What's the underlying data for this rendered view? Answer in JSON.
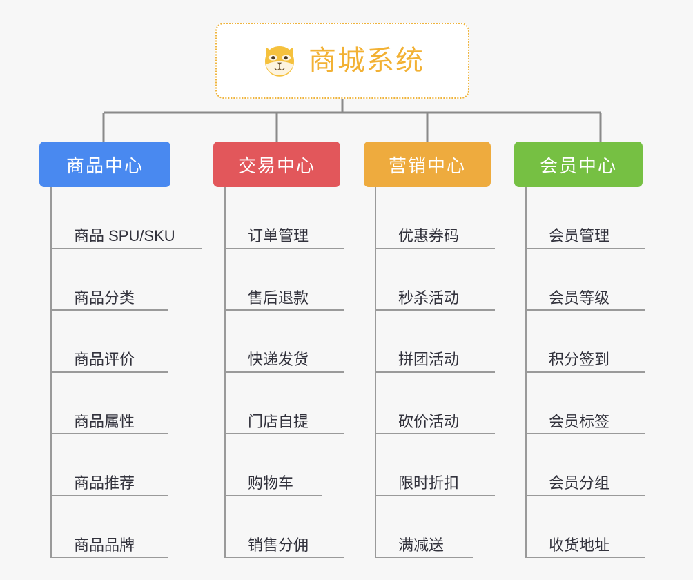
{
  "page": {
    "background_color": "#f7f7f7",
    "connector_color": "#8a8a8a",
    "leaf_line_color": "#9a9a9a",
    "leaf_text_color": "#32323c"
  },
  "root": {
    "title": "商城系统",
    "icon": "shiba-dog-icon",
    "text_color": "#f2b134",
    "border_color": "#efb43c",
    "background_color": "#ffffff"
  },
  "categories": [
    {
      "label": "商品中心",
      "color": "#4989f0",
      "items": [
        {
          "label": "商品 SPU/SKU"
        },
        {
          "label": "商品分类"
        },
        {
          "label": "商品评价"
        },
        {
          "label": "商品属性"
        },
        {
          "label": "商品推荐"
        },
        {
          "label": "商品品牌"
        }
      ]
    },
    {
      "label": "交易中心",
      "color": "#e2575b",
      "items": [
        {
          "label": "订单管理"
        },
        {
          "label": "售后退款"
        },
        {
          "label": "快递发货"
        },
        {
          "label": "门店自提"
        },
        {
          "label": "购物车"
        },
        {
          "label": "销售分佣"
        }
      ]
    },
    {
      "label": "营销中心",
      "color": "#eeab3e",
      "items": [
        {
          "label": "优惠券码"
        },
        {
          "label": "秒杀活动"
        },
        {
          "label": "拼团活动"
        },
        {
          "label": "砍价活动"
        },
        {
          "label": "限时折扣"
        },
        {
          "label": "满减送"
        }
      ]
    },
    {
      "label": "会员中心",
      "color": "#76c043",
      "items": [
        {
          "label": "会员管理"
        },
        {
          "label": "会员等级"
        },
        {
          "label": "积分签到"
        },
        {
          "label": "会员标签"
        },
        {
          "label": "会员分组"
        },
        {
          "label": "收货地址"
        }
      ]
    }
  ]
}
